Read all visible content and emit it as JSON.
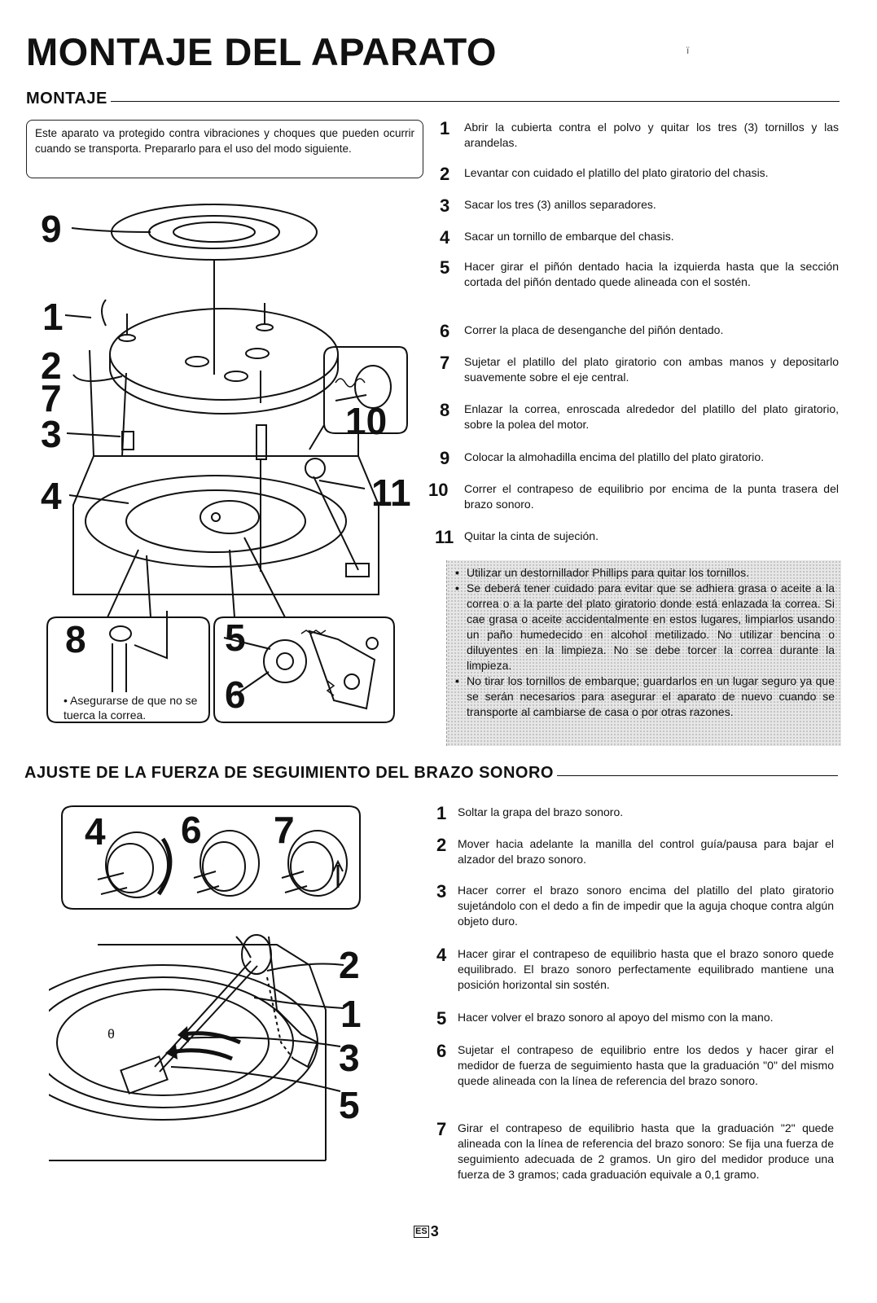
{
  "header": {
    "title": "MONTAJE DEL APARATO",
    "speck": "ï"
  },
  "montaje": {
    "heading": "MONTAJE",
    "intro": "Este aparato va protegido contra vibraciones y choques que pueden ocurrir cuando se transporta. Prepararlo para el uso del modo siguiente.",
    "steps": [
      {
        "num": "1",
        "text": "Abrir la cubierta contra el polvo y quitar los tres (3) tornillos y las arandelas."
      },
      {
        "num": "2",
        "text": "Levantar con cuidado el platillo del plato giratorio del chasis."
      },
      {
        "num": "3",
        "text": "Sacar los tres (3) anillos separadores."
      },
      {
        "num": "4",
        "text": "Sacar un tornillo de embarque del chasis."
      },
      {
        "num": "5",
        "text": "Hacer girar el piñón dentado hacia la izquierda hasta que la sección cortada del piñón dentado quede alineada con el sostén."
      },
      {
        "num": "6",
        "text": "Correr la placa de desenganche del piñón dentado."
      },
      {
        "num": "7",
        "text": "Sujetar el platillo del plato giratorio con ambas manos y depositarlo suavemente sobre el eje central."
      },
      {
        "num": "8",
        "text": "Enlazar la correa, enroscada alrededor del platillo del plato giratorio, sobre la polea del motor."
      },
      {
        "num": "9",
        "text": "Colocar la almohadilla encima del platillo del plato giratorio."
      },
      {
        "num": "10",
        "text": "Correr el contrapeso de equilibrio por encima de la punta trasera del brazo sonoro."
      },
      {
        "num": "11",
        "text": "Quitar la cinta de sujeción."
      }
    ],
    "notes": [
      "Utilizar un destornillador Phillips para quitar los tornillos.",
      "Se deberá tener cuidado para evitar que se adhiera grasa o aceite a la correa o a la parte del plato giratorio donde está enlazada la correa. Si cae grasa o aceite accidentalmente en estos lugares, limpiarlos usando un paño humedecido en alcohol metilizado. No utilizar bencina o diluyentes en la limpieza. No se debe torcer la correa durante la limpieza.",
      "No tirar los tornillos de embarque; guardarlos en un lugar seguro ya que se serán necesarios para asegurar el aparato de nuevo cuando se transporte al cambiarse de casa o por otras razones."
    ],
    "figure": {
      "callouts": [
        "9",
        "1",
        "2",
        "7",
        "3",
        "4",
        "10",
        "11",
        "8",
        "5",
        "6"
      ],
      "inset_bullet": "•",
      "inset_note": "Asegurarse de que no se tuerca la correa."
    }
  },
  "ajuste": {
    "heading": "AJUSTE DE LA FUERZA DE SEGUIMIENTO DEL BRAZO SONORO",
    "steps": [
      {
        "num": "1",
        "text": "Soltar la grapa del brazo sonoro."
      },
      {
        "num": "2",
        "text": "Mover hacia adelante la manilla del control guía/pausa para bajar el alzador del brazo sonoro."
      },
      {
        "num": "3",
        "text": "Hacer correr el brazo sonoro encima del platillo del plato giratorio sujetándolo con el dedo a fin de impedir que la aguja choque contra algún objeto duro."
      },
      {
        "num": "4",
        "text": "Hacer girar el contrapeso de equilibrio hasta que el brazo sonoro quede equilibrado. El brazo sonoro perfectamente equilibrado mantiene una posición horizontal sin sostén."
      },
      {
        "num": "5",
        "text": "Hacer volver el brazo sonoro al apoyo del mismo con la mano."
      },
      {
        "num": "6",
        "text": "Sujetar el contrapeso de equilibrio entre los dedos y hacer girar el medidor de fuerza de seguimiento hasta que la graduación \"0\" del mismo quede alineada con la línea de referencia del brazo sonoro."
      },
      {
        "num": "7",
        "text": "Girar el contrapeso de equilibrio hasta que la graduación \"2\" quede alineada con la línea de referencia del brazo sonoro: Se fija una fuerza de seguimiento adecuada de 2 gramos. Un giro del medidor produce una fuerza de 3 gramos; cada graduación equivale a 0,1 gramo."
      }
    ],
    "figure": {
      "callouts": [
        "4",
        "6",
        "7",
        "2",
        "1",
        "3",
        "5"
      ],
      "mark": "θ"
    }
  },
  "footer": {
    "lang_code": "ES",
    "page": "3"
  }
}
